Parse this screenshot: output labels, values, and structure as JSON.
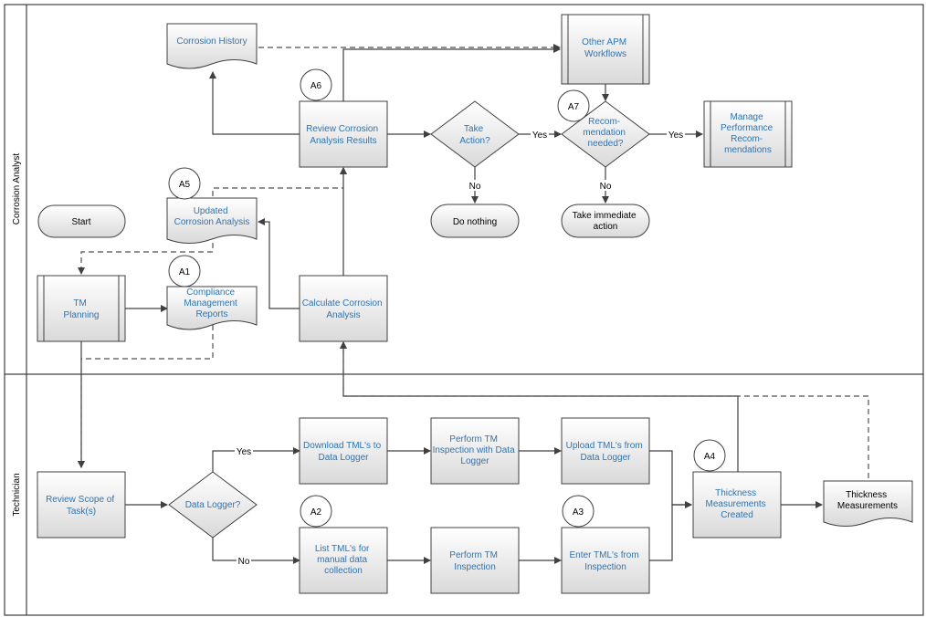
{
  "lanes": {
    "analyst": "Corrosion Analyst",
    "technician": "Technician"
  },
  "nodes": {
    "start": [
      "Start"
    ],
    "tm_planning": [
      "TM",
      "Planning"
    ],
    "compliance_reports": [
      "Compliance",
      "Management",
      "Reports"
    ],
    "updated_analysis": [
      "Updated",
      "Corrosion Analysis"
    ],
    "corrosion_history": [
      "Corrosion History"
    ],
    "review_results": [
      "Review Corrosion",
      "Analysis Results"
    ],
    "calculate_analysis": [
      "Calculate Corrosion",
      "Analysis"
    ],
    "take_action": [
      "Take",
      "Action?"
    ],
    "do_nothing": [
      "Do nothing"
    ],
    "other_apm": [
      "Other APM",
      "Workflows"
    ],
    "recommendation_needed": [
      "Recom-",
      "mendation",
      "needed?"
    ],
    "take_immediate": [
      "Take immediate",
      "action"
    ],
    "manage_perf": [
      "Manage",
      "Performance",
      "Recom-",
      "mendations"
    ],
    "review_scope": [
      "Review Scope of",
      "Task(s)"
    ],
    "data_logger": [
      "Data Logger?"
    ],
    "download_tml": [
      "Download TML's to",
      "Data Logger"
    ],
    "perform_with_logger": [
      "Perform TM",
      "Inspection with Data",
      "Logger"
    ],
    "upload_tml": [
      "Upload TML's from",
      "Data Logger"
    ],
    "list_tml": [
      "List TML's for",
      "manual data",
      "collection"
    ],
    "perform_inspection": [
      "Perform TM",
      "Inspection"
    ],
    "enter_tml": [
      "Enter TML's from",
      "Inspection"
    ],
    "thickness_created": [
      "Thickness",
      "Measurements",
      "Created"
    ],
    "thickness_doc": [
      "Thickness",
      "Measurements"
    ]
  },
  "markers": {
    "a1": "A1",
    "a2": "A2",
    "a3": "A3",
    "a4": "A4",
    "a5": "A5",
    "a6": "A6",
    "a7": "A7"
  },
  "edge_labels": {
    "take_no": "No",
    "take_yes": "Yes",
    "rec_yes": "Yes",
    "rec_no": "No",
    "logger_yes": "Yes",
    "logger_no": "No"
  },
  "colors": {
    "link_text": "#2e74b5",
    "plain_text": "#000000",
    "shape_top": "#ffffff",
    "shape_bottom": "#d9d9d9",
    "stroke": "#404040"
  }
}
